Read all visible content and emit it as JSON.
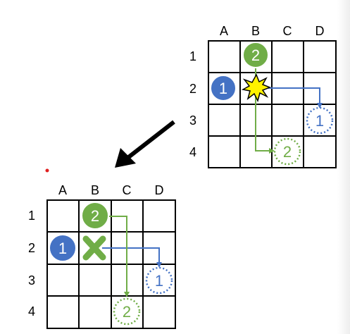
{
  "colors": {
    "grid": "#000000",
    "blue_fill": "#4472C4",
    "blue_line": "#4472C4",
    "green_fill": "#70AD47",
    "green_line": "#70AD47",
    "collision_fill": "#FFF200",
    "cross_fill": "#70AD47",
    "arrow": "#000000",
    "dot": "#E02020"
  },
  "grids": [
    {
      "id": "top",
      "columns": [
        "A",
        "B",
        "C",
        "D"
      ],
      "rows": [
        "1",
        "2",
        "3",
        "4"
      ],
      "agents": [
        {
          "label": "1",
          "style": "solid",
          "color": "blue",
          "col": "A",
          "row": "2"
        },
        {
          "label": "2",
          "style": "solid",
          "color": "green",
          "col": "B",
          "row": "1"
        },
        {
          "label": "1",
          "style": "dotted",
          "color": "blue",
          "col": "D",
          "row": "3"
        },
        {
          "label": "2",
          "style": "dotted",
          "color": "green",
          "col": "C",
          "row": "4"
        }
      ],
      "conflict_marker": {
        "icon": "collision-burst-icon",
        "col": "B",
        "row": "2"
      }
    },
    {
      "id": "bottom",
      "columns": [
        "A",
        "B",
        "C",
        "D"
      ],
      "rows": [
        "1",
        "2",
        "3",
        "4"
      ],
      "agents": [
        {
          "label": "1",
          "style": "solid",
          "color": "blue",
          "col": "A",
          "row": "2"
        },
        {
          "label": "2",
          "style": "solid",
          "color": "green",
          "col": "B",
          "row": "1"
        },
        {
          "label": "1",
          "style": "dotted",
          "color": "blue",
          "col": "D",
          "row": "3"
        },
        {
          "label": "2",
          "style": "dotted",
          "color": "green",
          "col": "C",
          "row": "4"
        }
      ],
      "conflict_marker": {
        "icon": "cross-icon",
        "col": "B",
        "row": "2"
      }
    }
  ],
  "transition_arrow_icon": "down-left-arrow-icon"
}
